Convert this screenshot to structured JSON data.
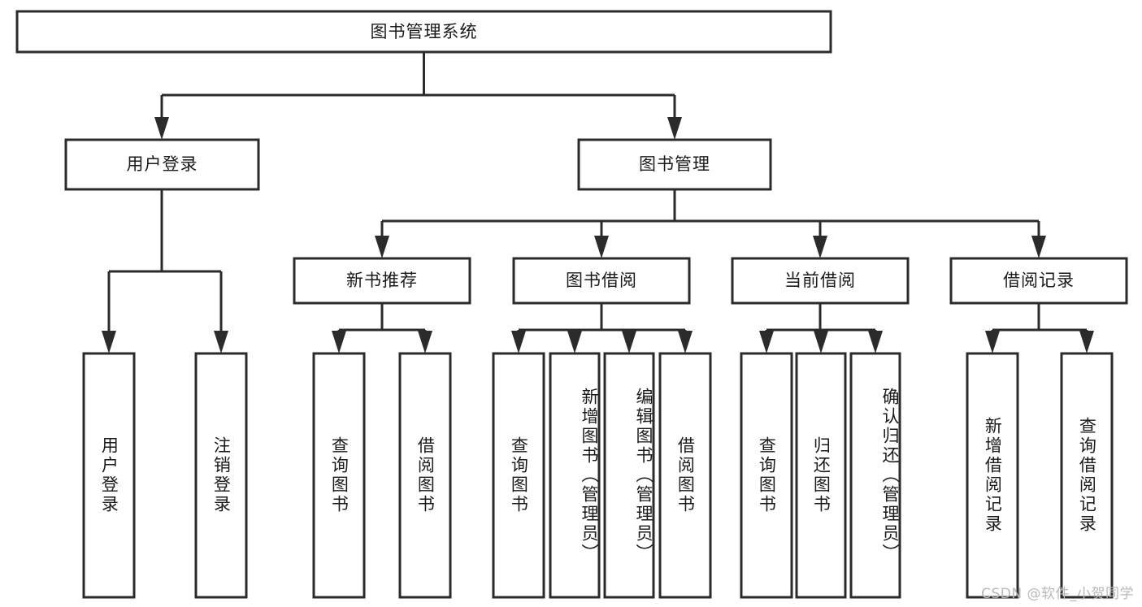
{
  "diagram": {
    "title": "图书管理系统",
    "type": "tree-hierarchy-chart",
    "orientation": "top-down",
    "colors": {
      "box_fill": "#ffffff",
      "box_stroke": "#2b2b2b",
      "connector": "#2b2b2b",
      "text": "#1a1a1a",
      "watermark": "#b9b9b9",
      "background": "#ffffff"
    },
    "root": {
      "label": "图书管理系统",
      "text_orientation": "horizontal"
    },
    "level2": [
      {
        "id": "user-login",
        "label": "用户登录",
        "text_orientation": "horizontal"
      },
      {
        "id": "book-management",
        "label": "图书管理",
        "text_orientation": "horizontal"
      }
    ],
    "level3": [
      {
        "id": "new-book-recommend",
        "label": "新书推荐",
        "text_orientation": "horizontal",
        "parent": "book-management"
      },
      {
        "id": "book-borrow",
        "label": "图书借阅",
        "text_orientation": "horizontal",
        "parent": "book-management"
      },
      {
        "id": "current-borrow",
        "label": "当前借阅",
        "text_orientation": "horizontal",
        "parent": "book-management"
      },
      {
        "id": "borrow-record",
        "label": "借阅记录",
        "text_orientation": "horizontal",
        "parent": "book-management"
      }
    ],
    "leaves": [
      {
        "id": "leaf-user-login",
        "label": "用户登录",
        "parent": "user-login",
        "text_orientation": "vertical"
      },
      {
        "id": "leaf-logout-login",
        "label": "注销登录",
        "parent": "user-login",
        "text_orientation": "vertical"
      },
      {
        "id": "leaf-query-book-1",
        "label": "查询图书",
        "parent": "new-book-recommend",
        "text_orientation": "vertical"
      },
      {
        "id": "leaf-borrow-book-1",
        "label": "借阅图书",
        "parent": "new-book-recommend",
        "text_orientation": "vertical"
      },
      {
        "id": "leaf-query-book-2",
        "label": "查询图书",
        "parent": "book-borrow",
        "text_orientation": "vertical"
      },
      {
        "id": "leaf-add-book",
        "label": "新增图书（管理员）",
        "parent": "book-borrow",
        "text_orientation": "vertical"
      },
      {
        "id": "leaf-edit-book",
        "label": "编辑图书（管理员）",
        "parent": "book-borrow",
        "text_orientation": "vertical"
      },
      {
        "id": "leaf-borrow-book-2",
        "label": "借阅图书",
        "parent": "book-borrow",
        "text_orientation": "vertical"
      },
      {
        "id": "leaf-query-book-3",
        "label": "查询图书",
        "parent": "current-borrow",
        "text_orientation": "vertical"
      },
      {
        "id": "leaf-return-book",
        "label": "归还图书",
        "parent": "current-borrow",
        "text_orientation": "vertical"
      },
      {
        "id": "leaf-confirm-return",
        "label": "确认归还（管理员）",
        "parent": "current-borrow",
        "text_orientation": "vertical"
      },
      {
        "id": "leaf-add-borrow-record",
        "label": "新增借阅记录",
        "parent": "borrow-record",
        "text_orientation": "vertical"
      },
      {
        "id": "leaf-query-borrow-record",
        "label": "查询借阅记录",
        "parent": "borrow-record",
        "text_orientation": "vertical"
      }
    ],
    "watermark": "CSDN @软件_小贺同学"
  }
}
